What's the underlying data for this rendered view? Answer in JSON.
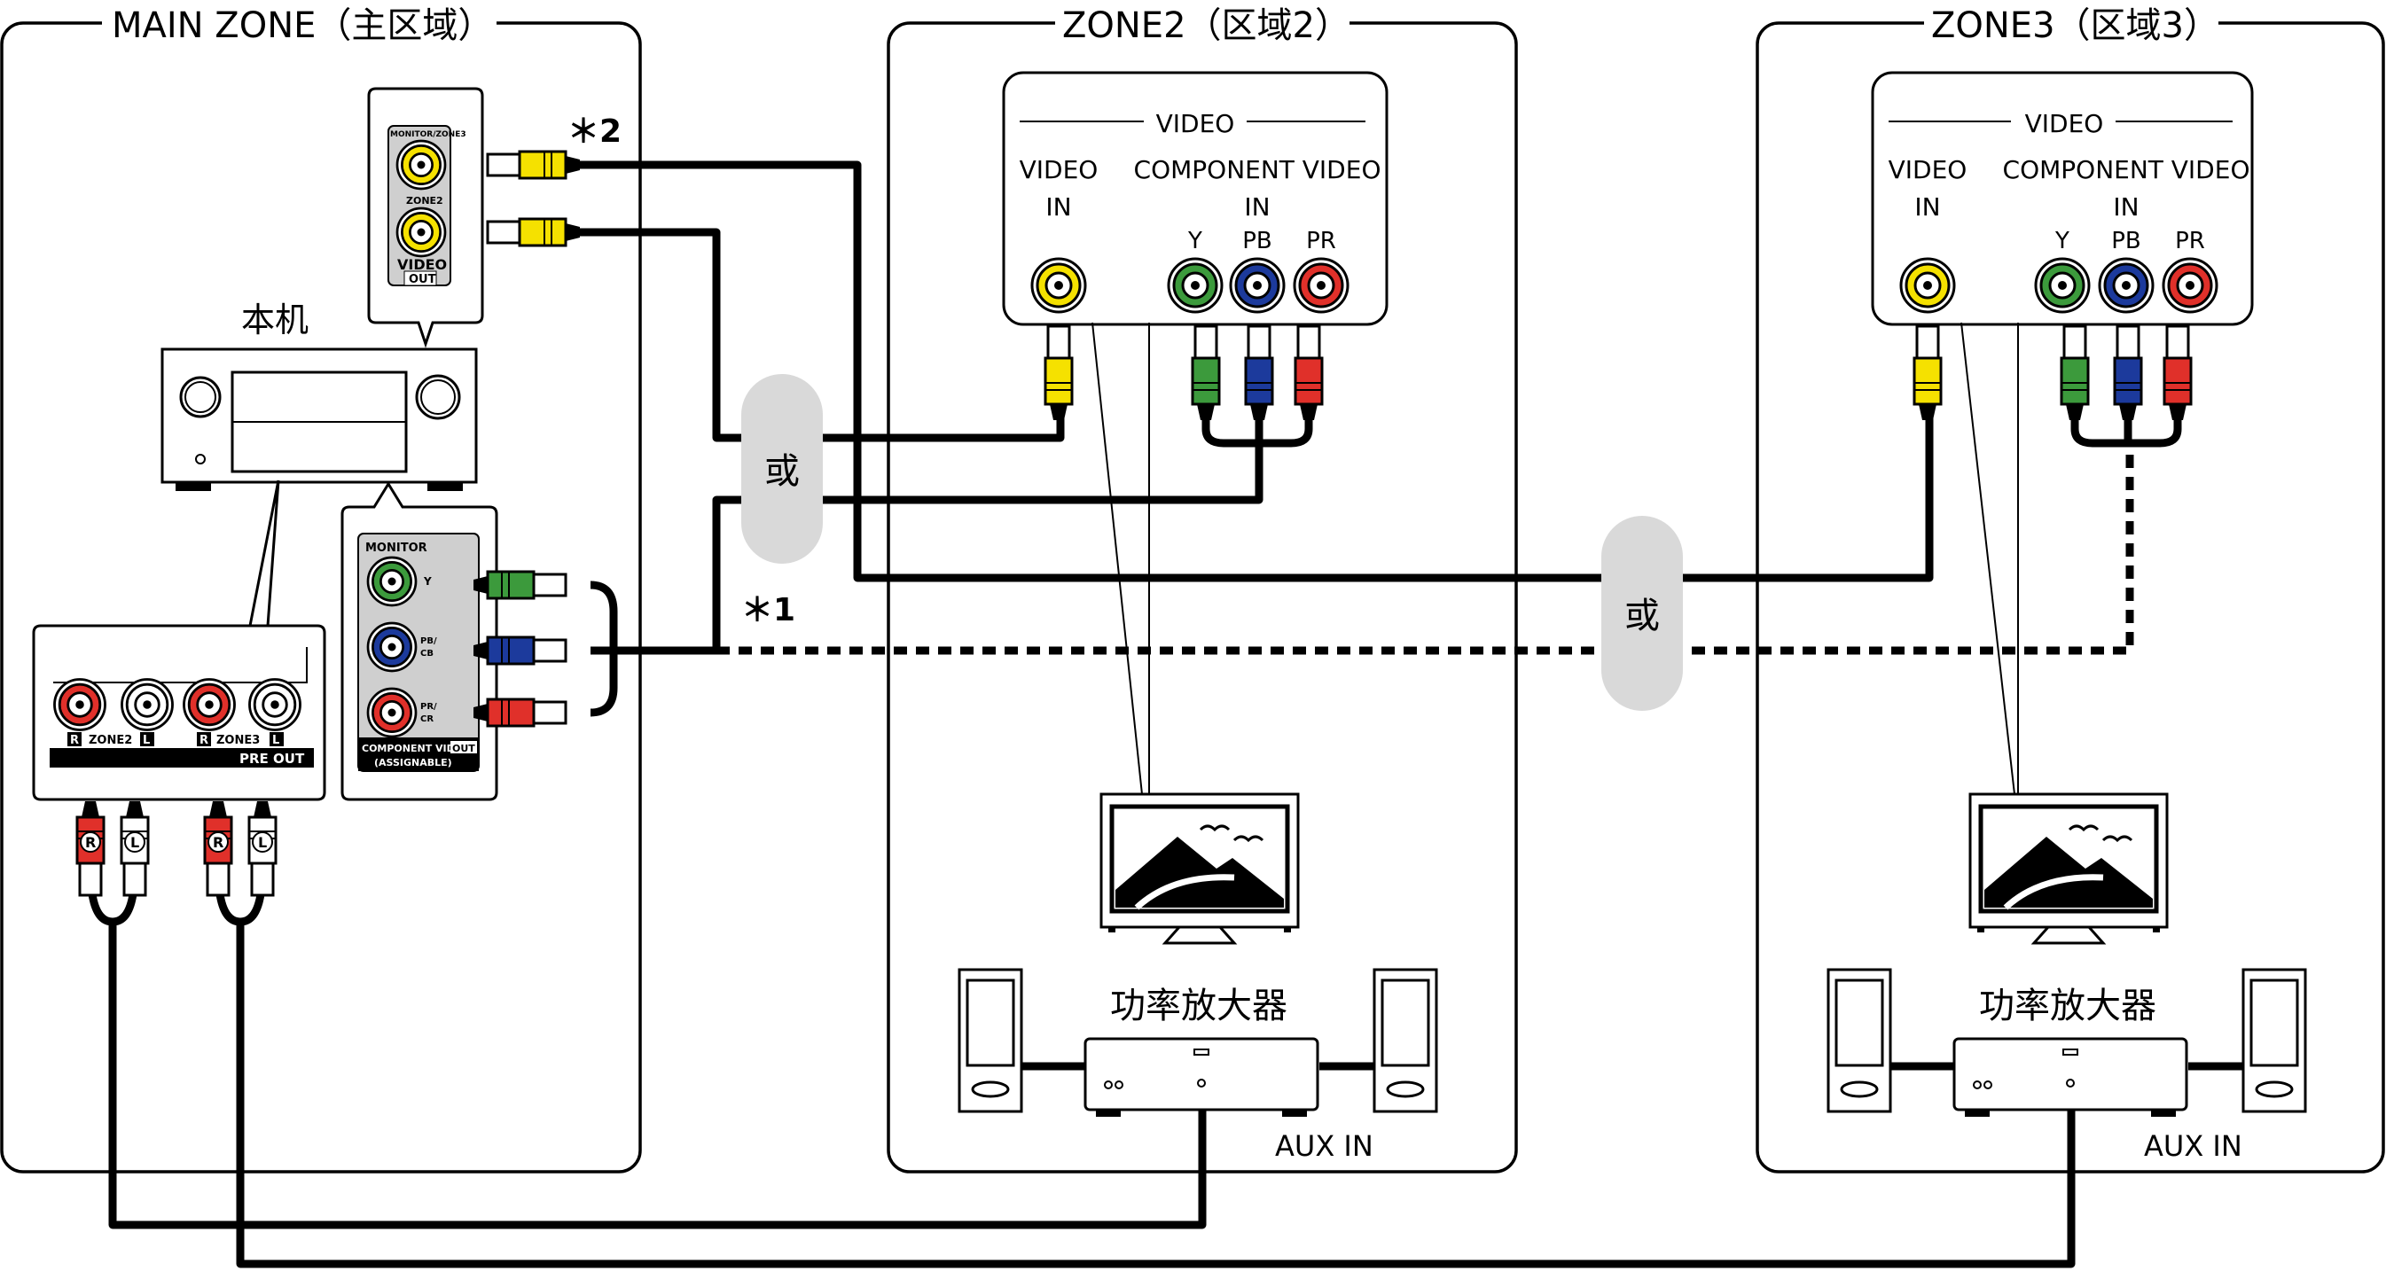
{
  "zones": {
    "main": {
      "title": "MAIN ZONE（主区域）"
    },
    "zone2": {
      "title": "ZONE2（区域2）"
    },
    "zone3": {
      "title": "ZONE3（区域3）"
    }
  },
  "unit": {
    "label": "本机",
    "video_out_panel": {
      "top_label": "MONITOR/ZONE3",
      "mid_label": "ZONE2",
      "title": "VIDEO",
      "sub": "OUT"
    },
    "component_panel": {
      "header": "MONITOR",
      "y": "Y",
      "pb": "PB/",
      "cb": "CB",
      "pr": "PR/",
      "cr": "CR",
      "footer1": "COMPONENT VIDEO",
      "footer_out": "OUT",
      "footer2": "(ASSIGNABLE)"
    },
    "preout_panel": {
      "r": "R",
      "l": "L",
      "zone2": "ZONE2",
      "zone3": "ZONE3",
      "footer": "PRE OUT"
    }
  },
  "inputs": {
    "video_header": "VIDEO",
    "video_in_1": "VIDEO",
    "video_in_2": "IN",
    "comp_1": "COMPONENT VIDEO",
    "comp_2": "IN",
    "y": "Y",
    "pb": "PB",
    "pr": "PR"
  },
  "notes": {
    "or": "或",
    "star1": "＊1",
    "star2": "＊2"
  },
  "plug_letters": {
    "r": "R",
    "l": "L"
  },
  "amp": {
    "label": "功率放大器",
    "aux_in": "AUX IN"
  },
  "colors": {
    "yellow": "#f5e100",
    "green": "#3c9a3c",
    "blue": "#1c3a9c",
    "red": "#e0302a",
    "white": "#ffffff",
    "gray": "#d9d9d9"
  }
}
